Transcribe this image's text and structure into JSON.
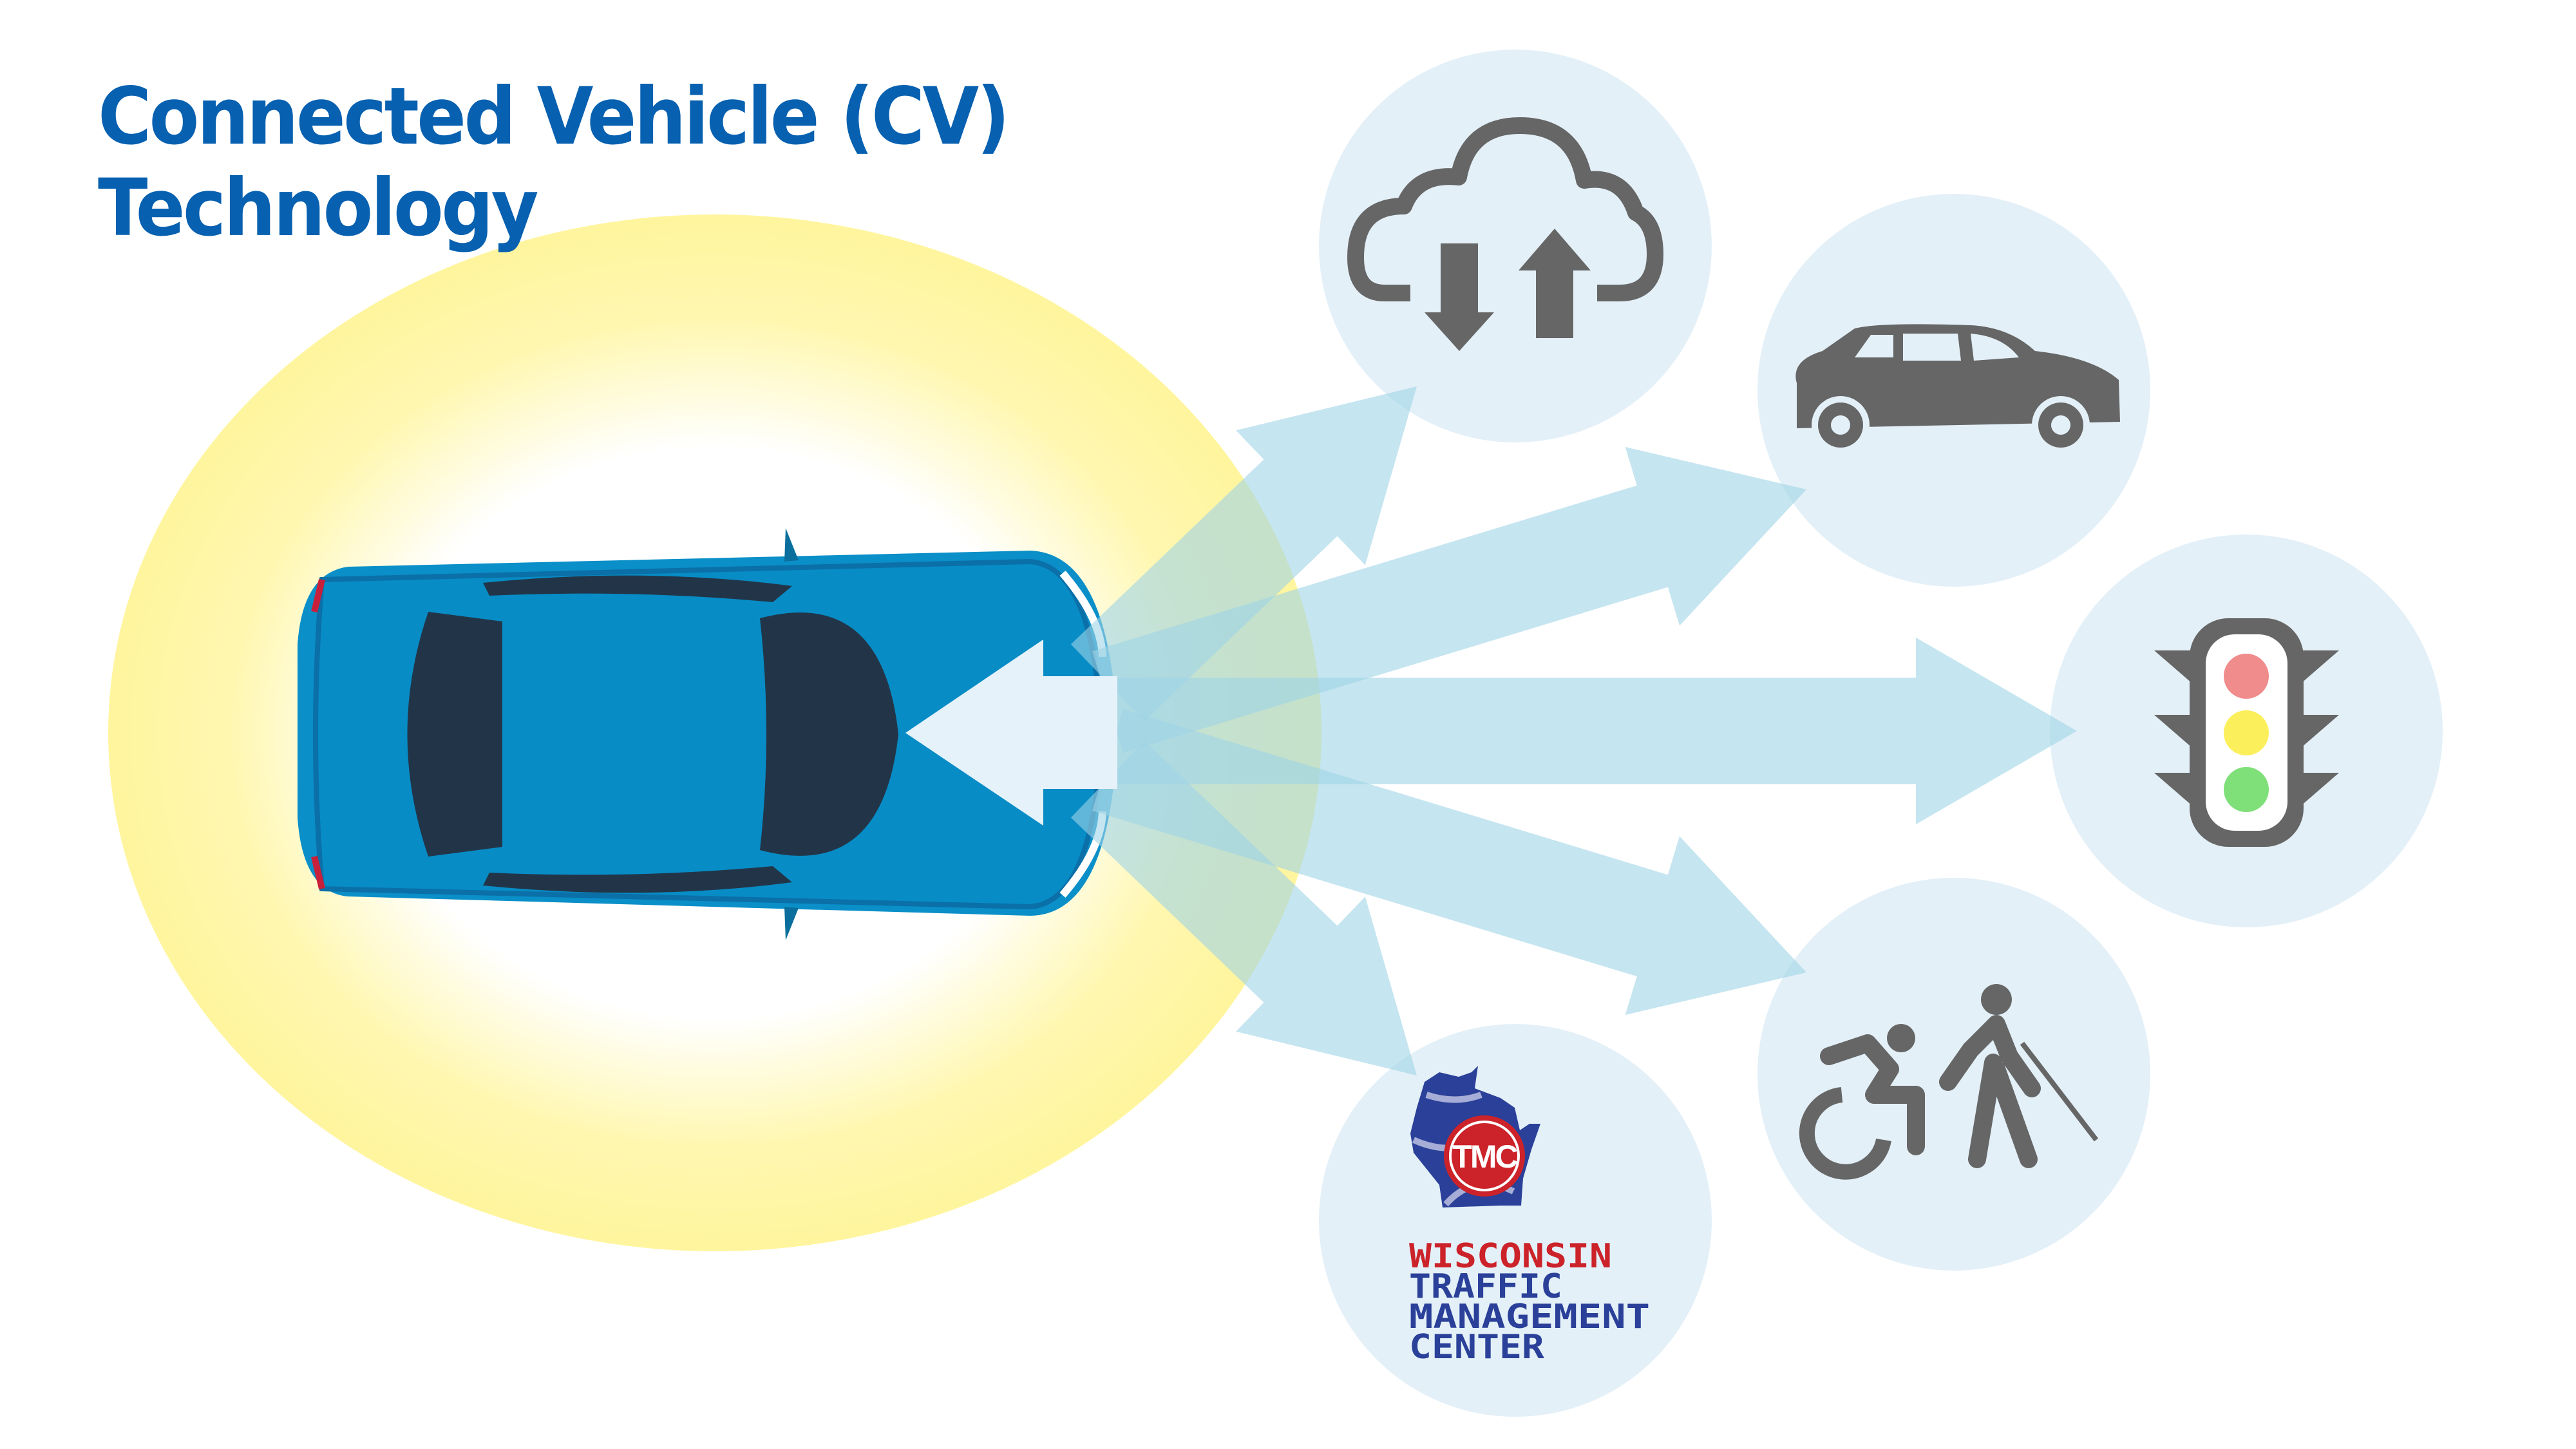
{
  "title": {
    "line1": "Connected Vehicle (CV)",
    "line2": "Technology"
  },
  "colors": {
    "title": "#0760b0",
    "halo": "#fff7a8",
    "car_body": "#0a8fc8",
    "car_glass": "#223548",
    "arrow": "#9fd3e6",
    "node_circle": "#e3f0f8",
    "icon": "#666666",
    "tmc_red": "#cc2229",
    "tmc_blue": "#2a4099"
  },
  "nodes": [
    {
      "id": "cloud",
      "icon": "cloud-upload-download-icon"
    },
    {
      "id": "vehicle",
      "icon": "car-side-icon"
    },
    {
      "id": "traffic-signal",
      "icon": "traffic-light-icon"
    },
    {
      "id": "pedestrians",
      "icon": "wheelchair-and-pedestrian-icon"
    },
    {
      "id": "tmc",
      "icon": "wisconsin-tmc-logo"
    }
  ],
  "tmc_logo": {
    "badge": "TMC",
    "line1": "WISCONSIN",
    "line2": "TRAFFIC",
    "line3": "MANAGEMENT",
    "line4": "CENTER"
  }
}
